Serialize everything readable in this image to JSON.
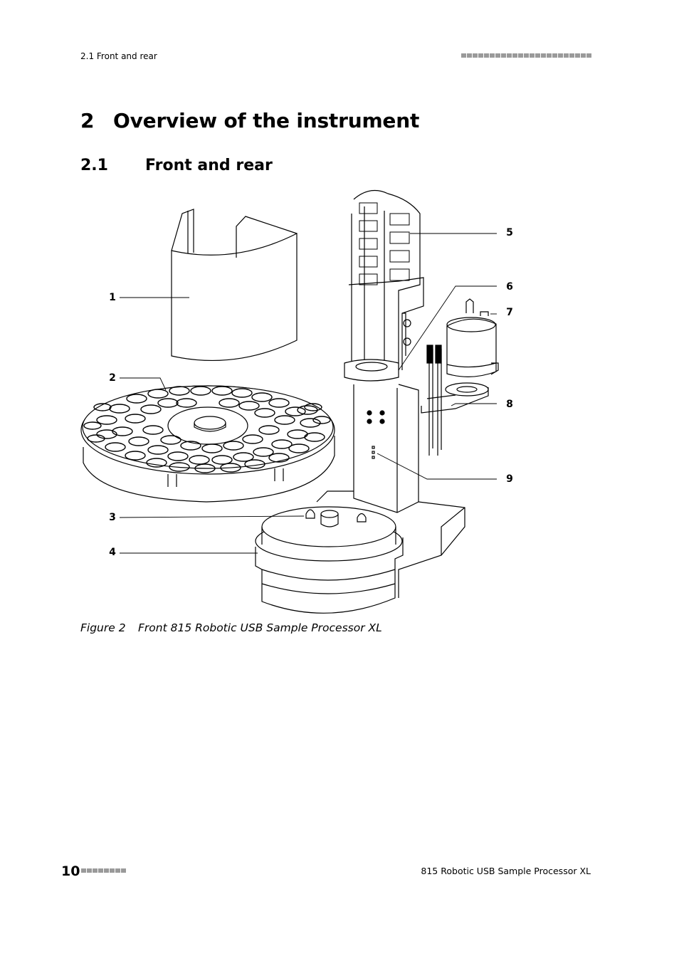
{
  "header": {
    "section_label": "2.1 Front and rear"
  },
  "chapter": {
    "number": "2",
    "title": "Overview of the instrument"
  },
  "section": {
    "number": "2.1",
    "title": "Front and rear"
  },
  "figure": {
    "callouts": [
      "1",
      "2",
      "3",
      "4",
      "5",
      "6",
      "7",
      "8",
      "9"
    ],
    "caption_label": "Figure 2",
    "caption_text": "Front 815 Robotic USB Sample Processor XL"
  },
  "footer": {
    "page_number": "10",
    "doc_title": "815 Robotic USB Sample Processor XL"
  }
}
